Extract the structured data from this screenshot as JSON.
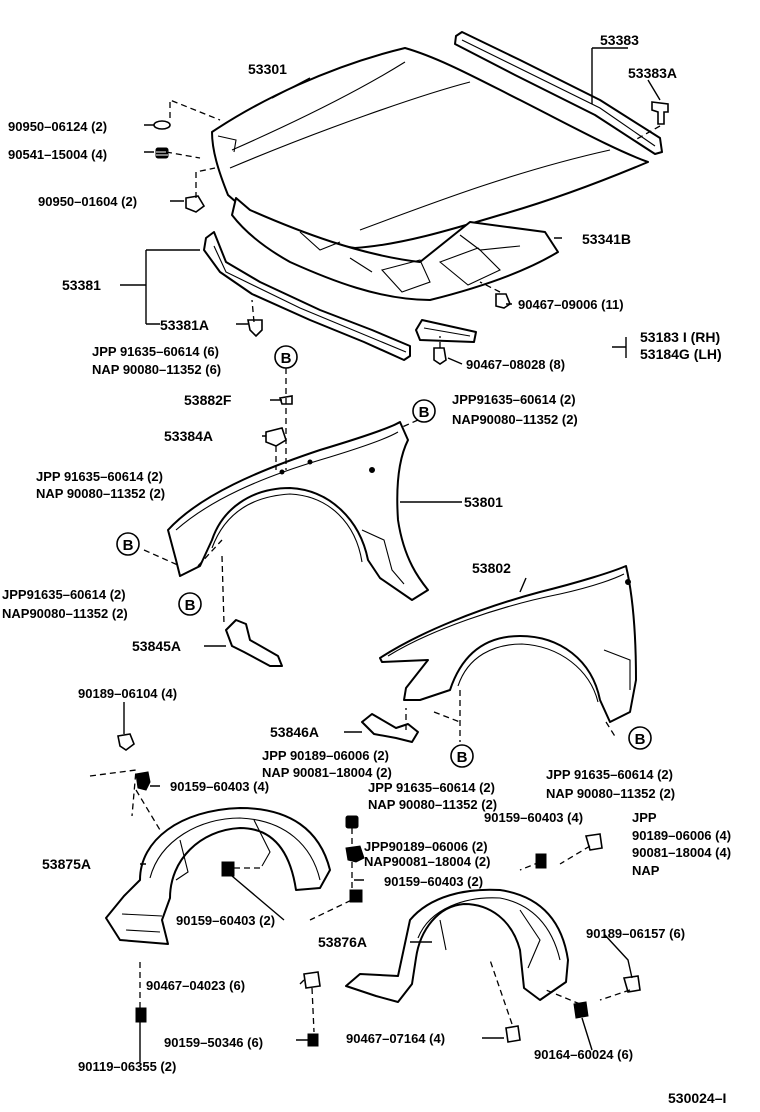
{
  "labels": {
    "hood": "53301",
    "hood_seal": "53383",
    "hood_seal_clip": "53383A",
    "p_90950_06124": "90950–06124 (2)",
    "p_90541_15004": "90541–15004 (4)",
    "p_90950_01604": "90950–01604 (2)",
    "insulator": "53341B",
    "front_seal": "53381",
    "front_seal_clip": "53381A",
    "p_90467_09006": "90467–09006 (11)",
    "p_90467_08028": "90467–08028 (8)",
    "plate_rh": "53183 I  (RH)",
    "plate_lh": "53184G (LH)",
    "jpp_91635_a": "JPP 91635–60614 (6)",
    "nap_90080_a": "NAP  90080–11352 (6)",
    "p_53882f": "53882F",
    "jpp_91635_b": "JPP91635–60614 (2)",
    "nap_90080_b": "NAP90080–11352 (2)",
    "p_53384a": "53384A",
    "jpp_91635_c": "JPP 91635–60614 (2)",
    "nap_90080_c": "NAP 90080–11352 (2)",
    "fender_rh": "53801",
    "fender_lh": "53802",
    "jpp_91635_d": "JPP91635–60614 (2)",
    "nap_90080_d": "NAP90080–11352 (2)",
    "p_53845a": "53845A",
    "p_90189_06104": "90189–06104 (4)",
    "p_53846a": "53846A",
    "jpp_90189_e": "JPP 90189–06006 (2)",
    "nap_90081_e": "NAP 90081–18004 (2)",
    "p_90159_60403_a": "90159–60403 (4)",
    "jpp_91635_f": "JPP 91635–60614 (2)",
    "nap_90080_f": "NAP 90080–11352 (2)",
    "jpp_91635_g": "JPP 91635–60614 (2)",
    "nap_90080_g": "NAP 90080–11352 (2)",
    "p_90159_60403_b": "90159–60403 (4)",
    "jpp_h": "JPP",
    "p_90189_06006_h": "90189–06006 (4)",
    "p_90081_18004_h": "90081–18004 (4)",
    "nap_h": "NAP",
    "liner_rh": "53875A",
    "jpp_90189_i": "JPP90189–06006 (2)",
    "nap_90081_i": "NAP90081–18004 (2)",
    "p_90159_60403_c": "90159–60403 (2)",
    "p_90159_60403_d": "90159–60403 (2)",
    "liner_lh": "53876A",
    "p_90189_06157": "90189–06157 (6)",
    "p_90467_04023": "90467–04023 (6)",
    "p_90159_50346": "90159–50346 (6)",
    "p_90467_07164": "90467–07164 (4)",
    "p_90164_60024": "90164–60024 (6)",
    "p_90119_06355": "90119–06355 (2)",
    "figure_code": "530024–I"
  },
  "ref_marker": "B"
}
